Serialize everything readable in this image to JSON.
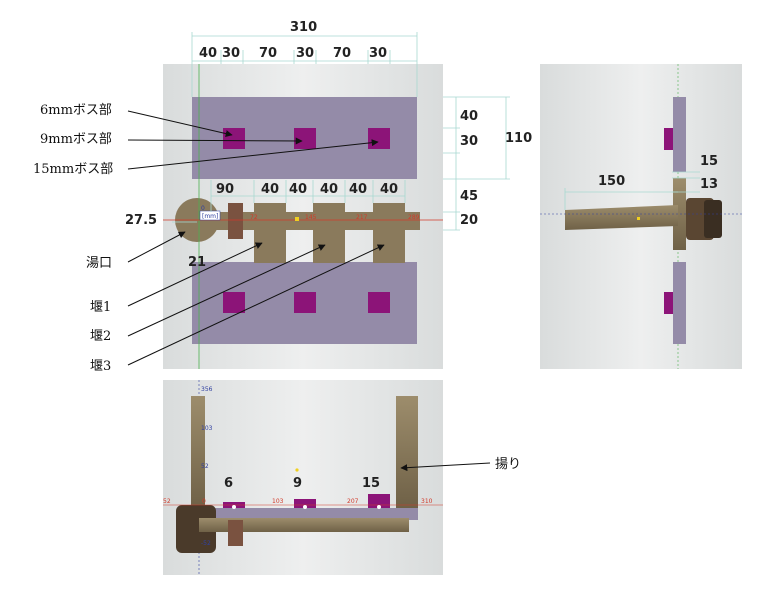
{
  "top_dims": {
    "overall": "310",
    "segments": [
      "40",
      "30",
      "70",
      "30",
      "70",
      "30"
    ]
  },
  "right_dims": {
    "d40": "40",
    "d30": "30",
    "d110": "110",
    "d45": "45",
    "d20": "20"
  },
  "gate_dims": {
    "g1": "40",
    "g2": "40",
    "g3": "40",
    "g4": "40",
    "g5": "40"
  },
  "runner_dims": {
    "d90": "90",
    "d27_5": "27.5",
    "d21": "21"
  },
  "labels": {
    "boss6": "6mmボス部",
    "boss9": "9mmボス部",
    "boss15": "15mmボス部",
    "sprue": "湯口",
    "weir1": "堰1",
    "weir2": "堰2",
    "weir3": "堰3",
    "riser": "揚り"
  },
  "side_view": {
    "d15": "15",
    "d13": "13",
    "d150": "150"
  },
  "bottom_view": {
    "b6": "6",
    "b9": "9",
    "b15": "15"
  },
  "small_labels": {
    "mm": "[mm]",
    "t0": "0",
    "r72": "72",
    "r145": "145",
    "r217": "217",
    "r289": "289",
    "bx52": "52",
    "b0": "0",
    "b103": "103",
    "b207": "207",
    "b310": "310",
    "by356": "356",
    "by103": "103",
    "by52": "52",
    "byn52": "-52"
  },
  "colors": {
    "plate": "#948ba8",
    "boss": "#8c1478",
    "metal": "#8a7a5c",
    "bg": "#e2e4e4"
  }
}
